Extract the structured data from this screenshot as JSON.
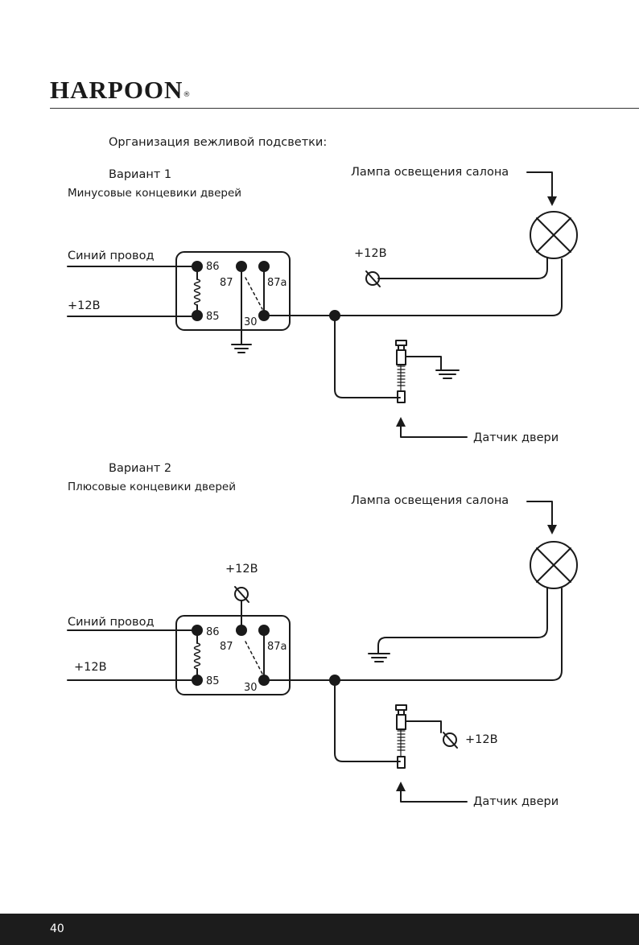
{
  "header": {
    "logo_text": "HARPOON",
    "logo_mark": "®"
  },
  "section_title": "Организация  вежливой подсветки:",
  "variant1": {
    "title": "Вариант 1",
    "subtitle": "Минусовые концевики дверей",
    "lamp_label": "Лампа  освещения  салона",
    "blue_wire_label": "Синий провод",
    "plus12_left_label": "+12В",
    "plus12_fuse_label": "+12В",
    "door_sensor_label": "Датчик двери",
    "relay": {
      "pin86": "86",
      "pin85": "85",
      "pin87": "87",
      "pin87a": "87a",
      "pin30": "30"
    }
  },
  "variant2": {
    "title": "Вариант  2",
    "subtitle": "Плюсовые концевики дверей",
    "lamp_label": "Лампа  освещения  салона",
    "blue_wire_label": "Синий провод",
    "plus12_left_label": "+12В",
    "plus12_fuse_label": "+12В",
    "plus12_sensor_label": "+12В",
    "door_sensor_label": "Датчик двери",
    "relay": {
      "pin86": "86",
      "pin85": "85",
      "pin87": "87",
      "pin87a": "87a",
      "pin30": "30"
    }
  },
  "footer": {
    "page_number": "40"
  }
}
